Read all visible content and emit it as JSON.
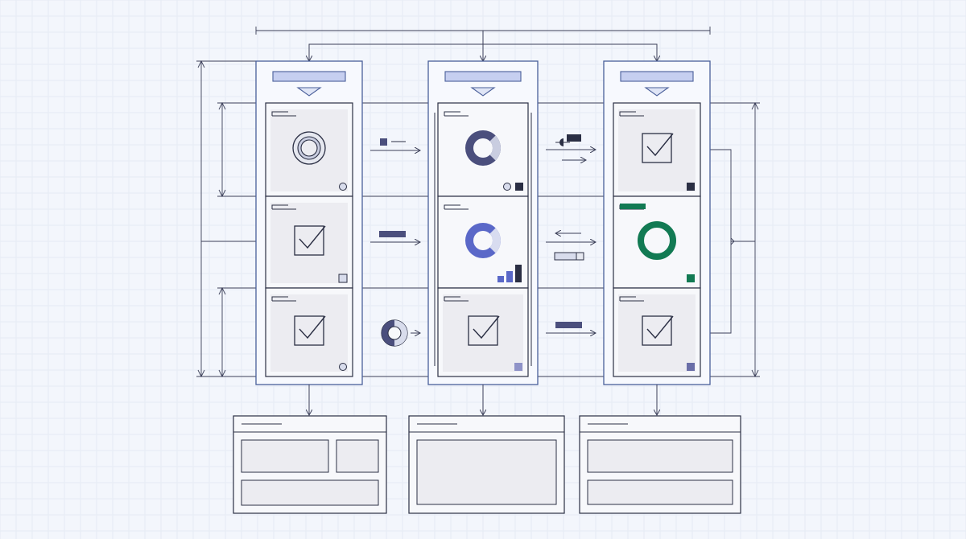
{
  "palette": {
    "background": "#f3f6fc",
    "line": "#2b2f44",
    "column_border": "#4a5f9a",
    "header_bar": "#c6cff0",
    "navy": "#4b4f7d",
    "indigo": "#5a68c8",
    "green": "#127a53",
    "light_fill": "#ececf1"
  },
  "columns": [
    {
      "cells": [
        {
          "icon": "ring-icon",
          "marker": "circle"
        },
        {
          "icon": "checkbox-icon",
          "marker": "square"
        },
        {
          "icon": "checkbox-icon",
          "marker": "circle"
        }
      ]
    },
    {
      "cells": [
        {
          "icon": "donut-icon",
          "marker": "circle-and-square"
        },
        {
          "icon": "donut-icon",
          "marker": "bar-chart"
        },
        {
          "icon": "checkbox-icon",
          "marker": "square"
        }
      ]
    },
    {
      "cells": [
        {
          "icon": "checkbox-icon",
          "marker": "square"
        },
        {
          "icon": "green-ring-icon",
          "marker": "square"
        },
        {
          "icon": "checkbox-icon",
          "marker": "square"
        }
      ]
    }
  ],
  "connectors": [
    {
      "from": "column-1",
      "to": "column-2",
      "row": 1,
      "direction": "right"
    },
    {
      "from": "column-1",
      "to": "column-2",
      "row": 2,
      "direction": "right"
    },
    {
      "from": "column-1",
      "to": "column-2",
      "row": 3,
      "direction": "right"
    },
    {
      "from": "column-2",
      "to": "column-3",
      "row": 1,
      "direction": "right"
    },
    {
      "from": "column-2",
      "to": "column-3",
      "row": 2,
      "direction": "both"
    },
    {
      "from": "column-2",
      "to": "column-3",
      "row": 3,
      "direction": "right"
    }
  ],
  "output_panels": [
    {
      "slots": 3
    },
    {
      "slots": 1
    },
    {
      "slots": 2
    }
  ]
}
